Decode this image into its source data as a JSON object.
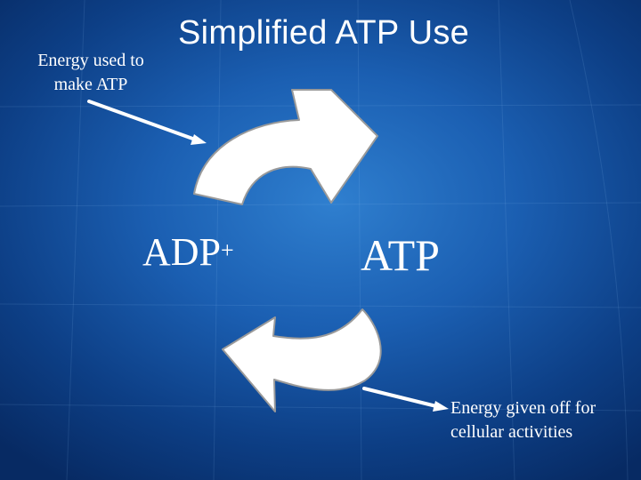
{
  "slide": {
    "title": "Simplified ATP Use",
    "energy_in_label": {
      "line1": "Energy used to",
      "line2": "make ATP"
    },
    "energy_out_label": {
      "line1": "Energy given off for",
      "line2": "cellular activities"
    },
    "adp": {
      "text": "ADP",
      "superscript": "+"
    },
    "atp": {
      "text": "ATP"
    }
  },
  "colors": {
    "background_center": "#2f7fcf",
    "background_edge": "#072a63",
    "arrow_fill": "#ffffff",
    "arrow_stroke": "#9a9a9a",
    "text": "#ffffff"
  }
}
